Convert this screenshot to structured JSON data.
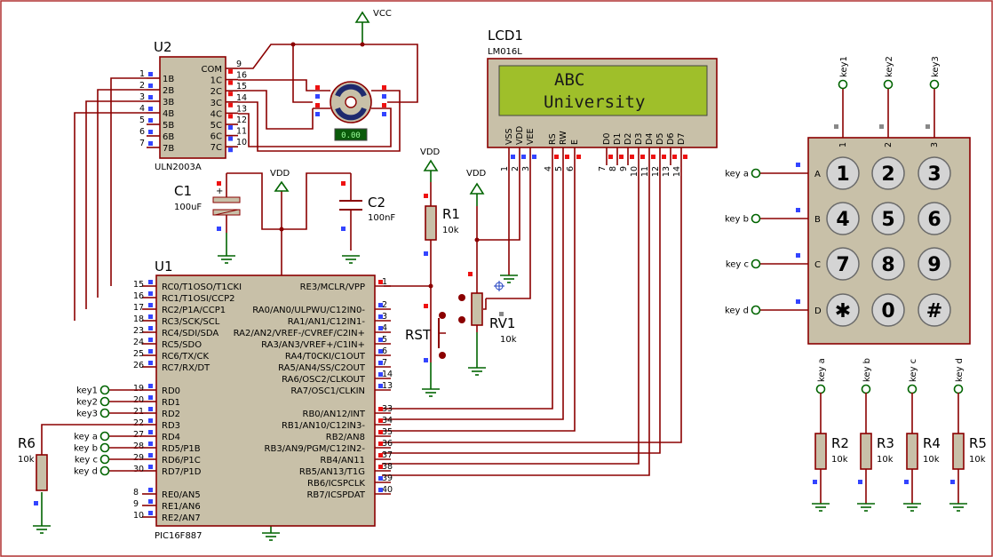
{
  "power": {
    "vcc": "VCC",
    "vdd": "VDD"
  },
  "u2": {
    "ref": "U2",
    "part": "ULN2003A",
    "left_pins": [
      {
        "n": "1",
        "name": "1B"
      },
      {
        "n": "2",
        "name": "2B"
      },
      {
        "n": "3",
        "name": "3B"
      },
      {
        "n": "4",
        "name": "4B"
      },
      {
        "n": "5",
        "name": "5B"
      },
      {
        "n": "6",
        "name": "6B"
      },
      {
        "n": "7",
        "name": "7B"
      }
    ],
    "right_pins": [
      {
        "n": "9",
        "name": "COM"
      },
      {
        "n": "16",
        "name": "1C"
      },
      {
        "n": "15",
        "name": "2C"
      },
      {
        "n": "14",
        "name": "3C"
      },
      {
        "n": "13",
        "name": "4C"
      },
      {
        "n": "12",
        "name": "5C"
      },
      {
        "n": "11",
        "name": "6C"
      },
      {
        "n": "10",
        "name": "7C"
      }
    ]
  },
  "motor": {
    "readout": "0.00"
  },
  "lcd": {
    "ref": "LCD1",
    "part": "LM016L",
    "line1": "ABC",
    "line2": "University",
    "pins": [
      {
        "n": "1",
        "name": "VSS"
      },
      {
        "n": "2",
        "name": "VDD"
      },
      {
        "n": "3",
        "name": "VEE"
      },
      {
        "n": "4",
        "name": "RS"
      },
      {
        "n": "5",
        "name": "RW"
      },
      {
        "n": "6",
        "name": "E"
      },
      {
        "n": "7",
        "name": "D0"
      },
      {
        "n": "8",
        "name": "D1"
      },
      {
        "n": "9",
        "name": "D2"
      },
      {
        "n": "10",
        "name": "D3"
      },
      {
        "n": "11",
        "name": "D4"
      },
      {
        "n": "12",
        "name": "D5"
      },
      {
        "n": "13",
        "name": "D6"
      },
      {
        "n": "14",
        "name": "D7"
      }
    ]
  },
  "c1": {
    "ref": "C1",
    "value": "100uF"
  },
  "c2": {
    "ref": "C2",
    "value": "100nF"
  },
  "r1": {
    "ref": "R1",
    "value": "10k"
  },
  "rv1": {
    "ref": "RV1",
    "value": "10k"
  },
  "rst": {
    "ref": "RST"
  },
  "r6": {
    "ref": "R6",
    "value": "10k"
  },
  "u1": {
    "ref": "U1",
    "part": "PIC16F887",
    "left_pins": [
      {
        "n": "15",
        "name": "RC0/T1OSO/T1CKI"
      },
      {
        "n": "16",
        "name": "RC1/T1OSI/CCP2"
      },
      {
        "n": "17",
        "name": "RC2/P1A/CCP1"
      },
      {
        "n": "18",
        "name": "RC3/SCK/SCL"
      },
      {
        "n": "23",
        "name": "RC4/SDI/SDA"
      },
      {
        "n": "24",
        "name": "RC5/SDO"
      },
      {
        "n": "25",
        "name": "RC6/TX/CK"
      },
      {
        "n": "26",
        "name": "RC7/RX/DT"
      },
      {
        "n": "19",
        "name": "RD0"
      },
      {
        "n": "20",
        "name": "RD1"
      },
      {
        "n": "21",
        "name": "RD2"
      },
      {
        "n": "22",
        "name": "RD3"
      },
      {
        "n": "27",
        "name": "RD4"
      },
      {
        "n": "28",
        "name": "RD5/P1B"
      },
      {
        "n": "29",
        "name": "RD6/P1C"
      },
      {
        "n": "30",
        "name": "RD7/P1D"
      },
      {
        "n": "8",
        "name": "RE0/AN5"
      },
      {
        "n": "9",
        "name": "RE1/AN6"
      },
      {
        "n": "10",
        "name": "RE2/AN7"
      }
    ],
    "right_pins": [
      {
        "n": "1",
        "name": "RE3/MCLR/VPP"
      },
      {
        "n": "2",
        "name": "RA0/AN0/ULPWU/C12IN0-"
      },
      {
        "n": "3",
        "name": "RA1/AN1/C12IN1-"
      },
      {
        "n": "4",
        "name": "RA2/AN2/VREF-/CVREF/C2IN+"
      },
      {
        "n": "5",
        "name": "RA3/AN3/VREF+/C1IN+"
      },
      {
        "n": "6",
        "name": "RA4/T0CKI/C1OUT"
      },
      {
        "n": "7",
        "name": "RA5/AN4/SS/C2OUT"
      },
      {
        "n": "14",
        "name": "RA6/OSC2/CLKOUT"
      },
      {
        "n": "13",
        "name": "RA7/OSC1/CLKIN"
      },
      {
        "n": "33",
        "name": "RB0/AN12/INT"
      },
      {
        "n": "34",
        "name": "RB1/AN10/C12IN3-"
      },
      {
        "n": "35",
        "name": "RB2/AN8"
      },
      {
        "n": "36",
        "name": "RB3/AN9/PGM/C12IN2-"
      },
      {
        "n": "37",
        "name": "RB4/AN11"
      },
      {
        "n": "38",
        "name": "RB5/AN13/T1G"
      },
      {
        "n": "39",
        "name": "RB6/ICSPCLK"
      },
      {
        "n": "40",
        "name": "RB7/ICSPDAT"
      }
    ]
  },
  "terminals_left": [
    "key1",
    "key2",
    "key3",
    "key a",
    "key b",
    "key c",
    "key d"
  ],
  "keypad": {
    "col_terms": [
      "key1",
      "key2",
      "key3"
    ],
    "col_nums": [
      "1",
      "2",
      "3"
    ],
    "row_terms": [
      "key a",
      "key b",
      "key c",
      "key d"
    ],
    "row_letters": [
      "A",
      "B",
      "C",
      "D"
    ],
    "keys": [
      "1",
      "2",
      "3",
      "4",
      "5",
      "6",
      "7",
      "8",
      "9",
      "✱",
      "0",
      "#"
    ]
  },
  "pullups": [
    {
      "ref": "R2",
      "value": "10k",
      "term": "key a"
    },
    {
      "ref": "R3",
      "value": "10k",
      "term": "key b"
    },
    {
      "ref": "R4",
      "value": "10k",
      "term": "key c"
    },
    {
      "ref": "R5",
      "value": "10k",
      "term": "key d"
    }
  ]
}
